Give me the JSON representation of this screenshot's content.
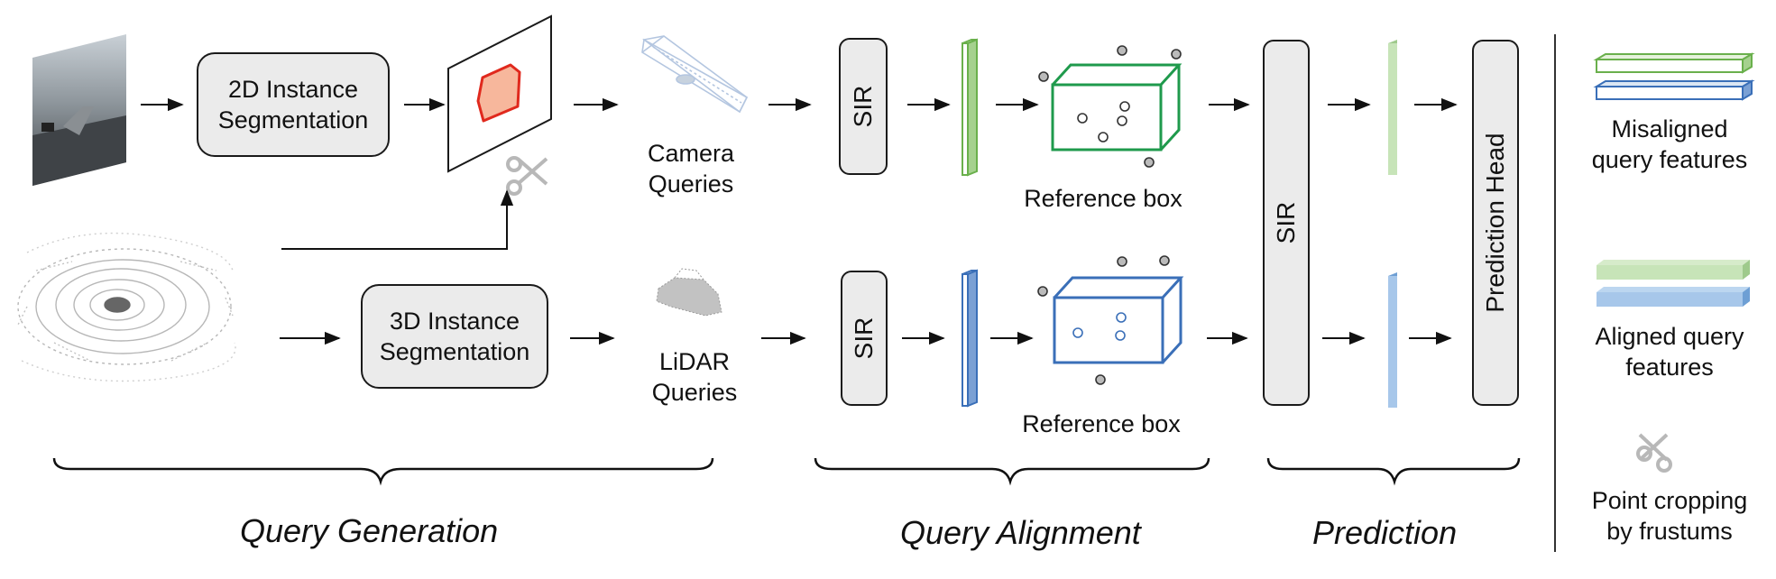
{
  "query_generation": {
    "seg2d_label": [
      "2D Instance",
      "Segmentation"
    ],
    "seg3d_label": [
      "3D Instance",
      "Segmentation"
    ],
    "camera_queries_label": [
      "Camera",
      "Queries"
    ],
    "lidar_queries_label": [
      "LiDAR",
      "Queries"
    ]
  },
  "query_alignment": {
    "sir_top_label": "SIR",
    "sir_bottom_label": "SIR",
    "ref_box_top_label": "Reference box",
    "ref_box_bottom_label": "Reference box"
  },
  "prediction": {
    "sir_label": "SIR",
    "head_label": "Prediction Head"
  },
  "stages": {
    "generation": "Query Generation",
    "alignment": "Query Alignment",
    "prediction": "Prediction"
  },
  "legend": {
    "misaligned": [
      "Misaligned",
      "query features"
    ],
    "aligned": [
      "Aligned query",
      "features"
    ],
    "cropping": [
      "Point cropping",
      "by frustums"
    ]
  },
  "icons": [
    "camera-image",
    "lidar-point-cloud",
    "mask-plane",
    "scissors-icon",
    "camera-frustum-icon",
    "car-points-icon"
  ],
  "colors": {
    "camera_feature": "#6ab04c",
    "lidar_feature": "#3a6fb8",
    "aligned_camera": "#bfe0b0",
    "aligned_lidar": "#9cc0e6",
    "mask": "#e0291d",
    "mask_fill": "#f7b79c",
    "box_fill": "#ebebeb"
  }
}
